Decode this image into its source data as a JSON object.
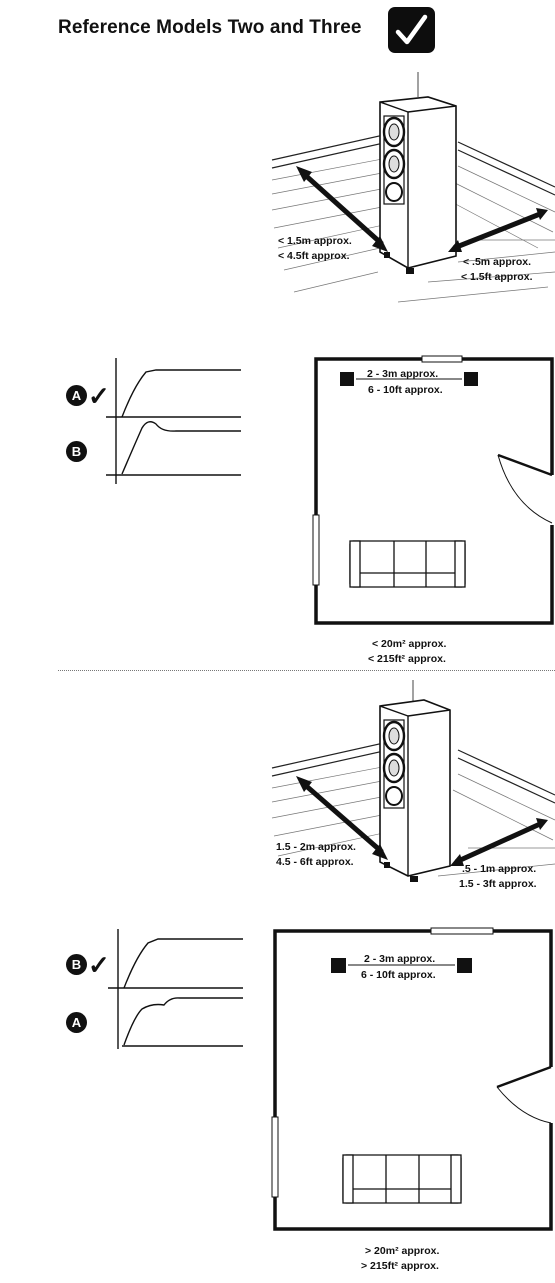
{
  "title": "Reference Models Two and Three",
  "icons": {
    "check": "checkmark-icon"
  },
  "section1": {
    "side_distance": [
      "< 1.5m approx.",
      "< 4.5ft approx."
    ],
    "back_distance": [
      "< .5m approx.",
      "< 1.5ft approx."
    ],
    "speaker_spacing": [
      "2 - 3m approx.",
      "6 - 10ft approx."
    ],
    "room_size": [
      "< 20m² approx.",
      "< 215ft² approx."
    ],
    "response_labels": {
      "top": "A",
      "bottom": "B"
    },
    "recommended": "A"
  },
  "section2": {
    "side_distance": [
      "1.5 - 2m approx.",
      "4.5 - 6ft approx."
    ],
    "back_distance": [
      ".5 - 1m approx.",
      "1.5 - 3ft approx."
    ],
    "speaker_spacing": [
      "2 - 3m approx.",
      "6 - 10ft approx."
    ],
    "room_size": [
      "> 20m² approx.",
      "> 215ft² approx."
    ],
    "response_labels": {
      "top": "B",
      "bottom": "A"
    },
    "recommended": "B"
  }
}
